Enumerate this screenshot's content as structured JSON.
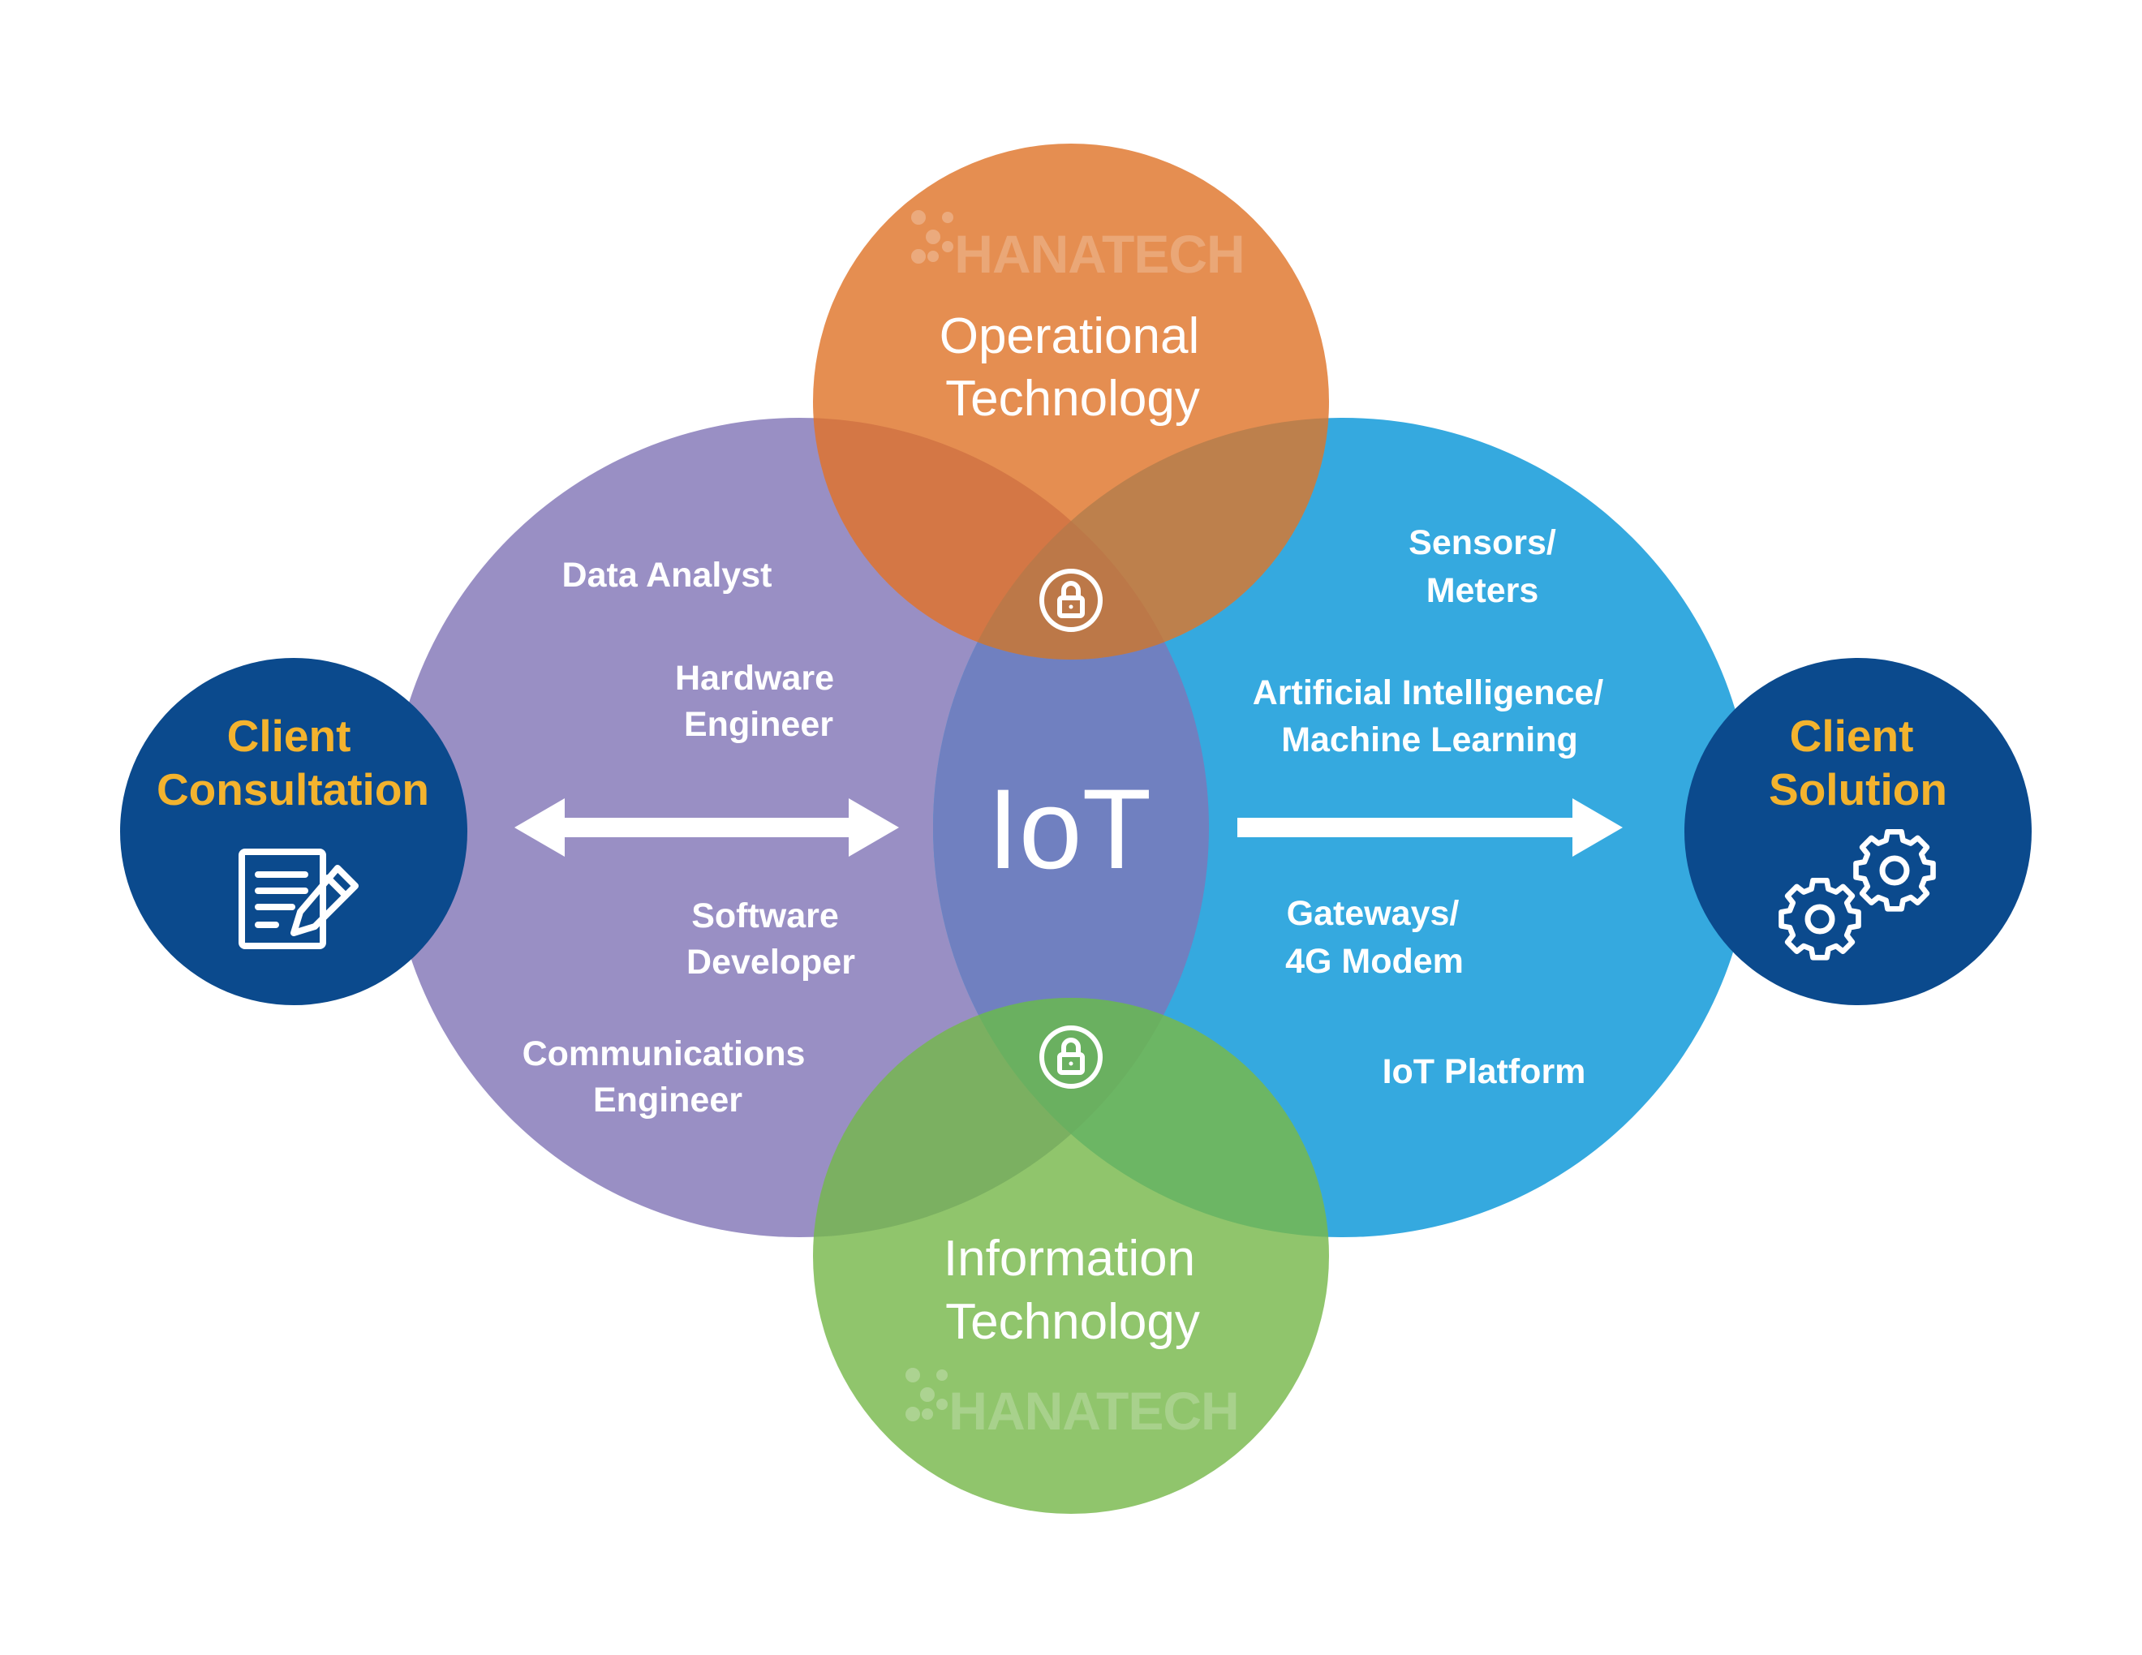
{
  "colors": {
    "purple": "#998fc4",
    "blue": "#35a9df",
    "orange": "#e38544",
    "green": "#84bf5c",
    "navy": "#0b4a8d",
    "iot_center": "#7080c0",
    "client_text": "#f3b32e"
  },
  "center": {
    "label": "IoT"
  },
  "top_circle": {
    "line1": "Operational",
    "line2": "Technology",
    "watermark": "HANATECH"
  },
  "bottom_circle": {
    "line1": "Information",
    "line2": "Technology",
    "watermark": "HANATECH"
  },
  "left_circle": {
    "roles": [
      {
        "lines": [
          "Data Analyst"
        ]
      },
      {
        "lines": [
          "Hardware",
          "Engineer"
        ]
      },
      {
        "lines": [
          "Software",
          "Developer"
        ]
      },
      {
        "lines": [
          "Communications",
          "Engineer"
        ]
      }
    ]
  },
  "right_circle": {
    "items": [
      {
        "lines": [
          "Sensors/",
          "Meters"
        ]
      },
      {
        "lines": [
          "Artificial Intelligence/",
          "Machine Learning"
        ]
      },
      {
        "lines": [
          "Gateways/",
          "4G Modem"
        ]
      },
      {
        "lines": [
          "IoT Platform"
        ]
      }
    ]
  },
  "client_left": {
    "line1": "Client",
    "line2": "Consultation",
    "icon": "document-edit-icon"
  },
  "client_right": {
    "line1": "Client",
    "line2": "Solution",
    "icon": "gears-icon"
  },
  "icons": {
    "top_lock": "lock-icon",
    "bottom_lock": "lock-icon",
    "left_arrow": "double-arrow-icon",
    "right_arrow": "right-arrow-icon"
  }
}
